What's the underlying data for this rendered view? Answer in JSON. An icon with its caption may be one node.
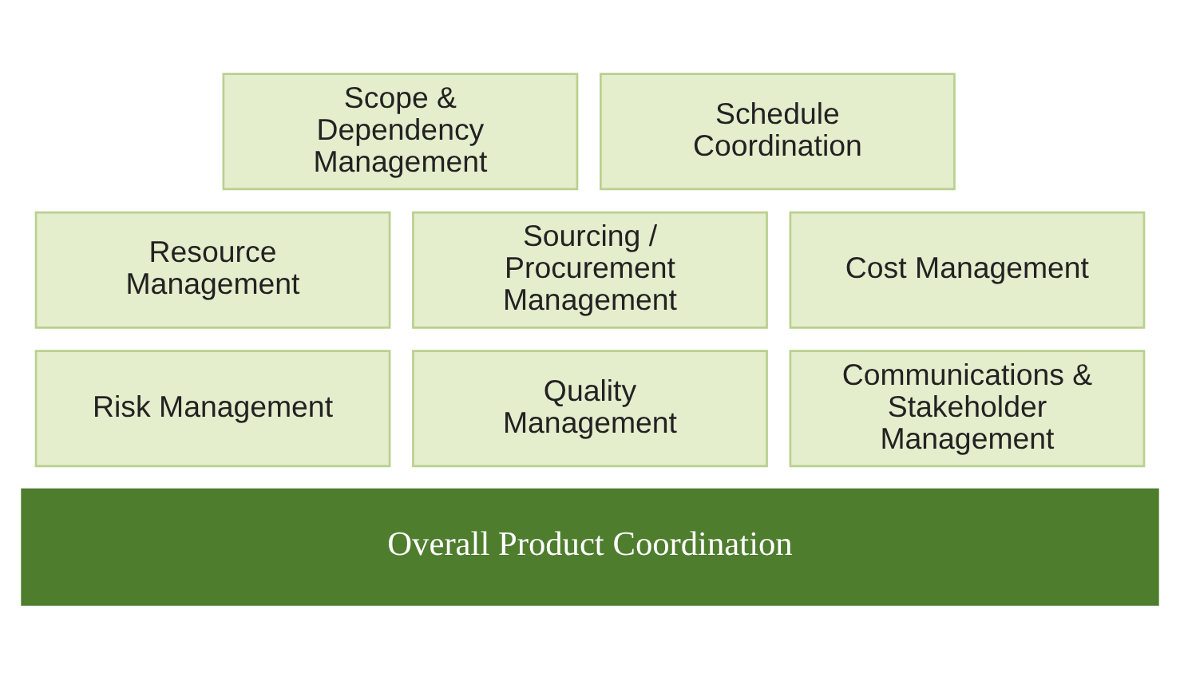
{
  "diagram": {
    "nodes": [
      {
        "text": [
          "Scope & Dependency Management"
        ]
      },
      {
        "text": [
          "Schedule Coordination"
        ]
      },
      {
        "text": [
          "Resource Management"
        ]
      },
      {
        "text": [
          "Sourcing / Procurement Management"
        ]
      },
      {
        "text": [
          "Cost Management"
        ]
      },
      {
        "text": [
          "Risk Management"
        ]
      },
      {
        "text": [
          "Quality Management"
        ]
      },
      {
        "text": [
          "Communications & Stakeholder Management"
        ]
      },
      {
        "text": [
          "Overall Product Coordination"
        ]
      }
    ],
    "edges": []
  }
}
